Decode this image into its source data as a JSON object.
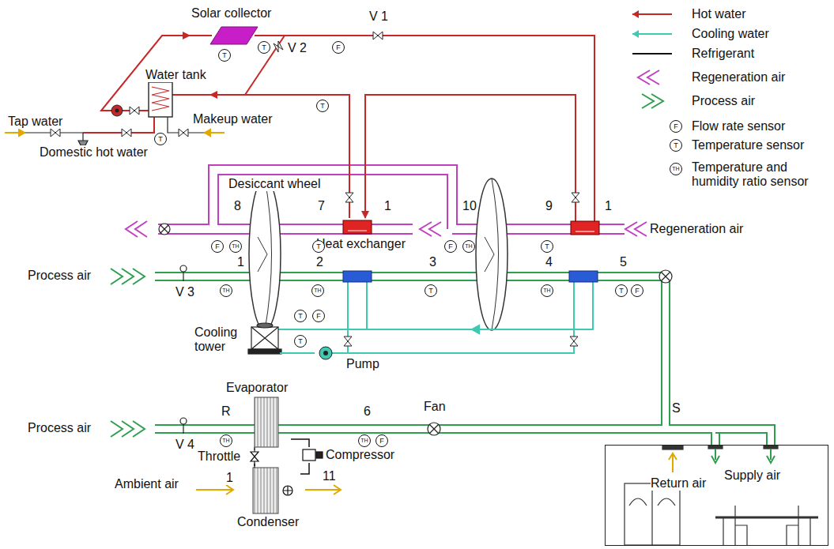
{
  "diagram": {
    "nodes": [
      {
        "text": [
          "Solar collector"
        ]
      },
      {
        "text": [
          "Water tank"
        ]
      },
      {
        "text": [
          "Desiccant wheel"
        ]
      },
      {
        "text": [
          "Heat exchanger"
        ]
      },
      {
        "text": [
          "Cooling tower"
        ]
      },
      {
        "text": [
          "Pump"
        ]
      },
      {
        "text": [
          "Evaporator"
        ]
      },
      {
        "text": [
          "Throttle"
        ]
      },
      {
        "text": [
          "Compressor"
        ]
      },
      {
        "text": [
          "Condenser"
        ]
      },
      {
        "text": [
          "Fan"
        ]
      },
      {
        "text": [
          "Return air",
          "Supply air"
        ]
      }
    ],
    "edges": [
      {
        "from": 1,
        "to": 0,
        "arrow": "to"
      },
      {
        "from": 0,
        "to": 3,
        "arrow": "to"
      },
      {
        "from": 3,
        "to": 1,
        "arrow": "to"
      },
      {
        "from": 4,
        "to": 5,
        "arrow": "none"
      },
      {
        "from": 6,
        "to": 8,
        "arrow": "none"
      },
      {
        "from": 8,
        "to": 9,
        "arrow": "none"
      },
      {
        "from": 9,
        "to": 7,
        "arrow": "none"
      },
      {
        "from": 7,
        "to": 6,
        "arrow": "none"
      },
      {
        "from": 6,
        "to": 10,
        "arrow": "none"
      },
      {
        "from": 10,
        "to": 11,
        "arrow": "none"
      }
    ],
    "labels": [
      "Tap water",
      "Makeup water",
      "Domestic hot water",
      "V 1",
      "V 2",
      "Regeneration air",
      "Process air",
      "V 3",
      "Process air",
      "V 4",
      "Ambient air",
      "8",
      "7",
      "1",
      "10",
      "9",
      "1",
      "1",
      "2",
      "3",
      "4",
      "5",
      "R",
      "6",
      "1",
      "11",
      "S",
      "T",
      "T",
      "F",
      "T",
      "T",
      "F",
      "TH",
      "T",
      "F",
      "TH",
      "T",
      "TH",
      "TH",
      "T",
      "TH",
      "T",
      "F",
      "T",
      "F",
      "T",
      "TH",
      "TH",
      "F",
      "F",
      "T",
      "TH"
    ],
    "legend": [
      {
        "text": "Hot water"
      },
      {
        "text": "Cooling water"
      },
      {
        "text": "Refrigerant"
      },
      {
        "text": "Regeneration air"
      },
      {
        "text": "Process air"
      },
      {
        "text": "Flow rate sensor"
      },
      {
        "text": "Temperature sensor"
      },
      {
        "text": "Temperature and humidity ratio sensor"
      }
    ]
  }
}
